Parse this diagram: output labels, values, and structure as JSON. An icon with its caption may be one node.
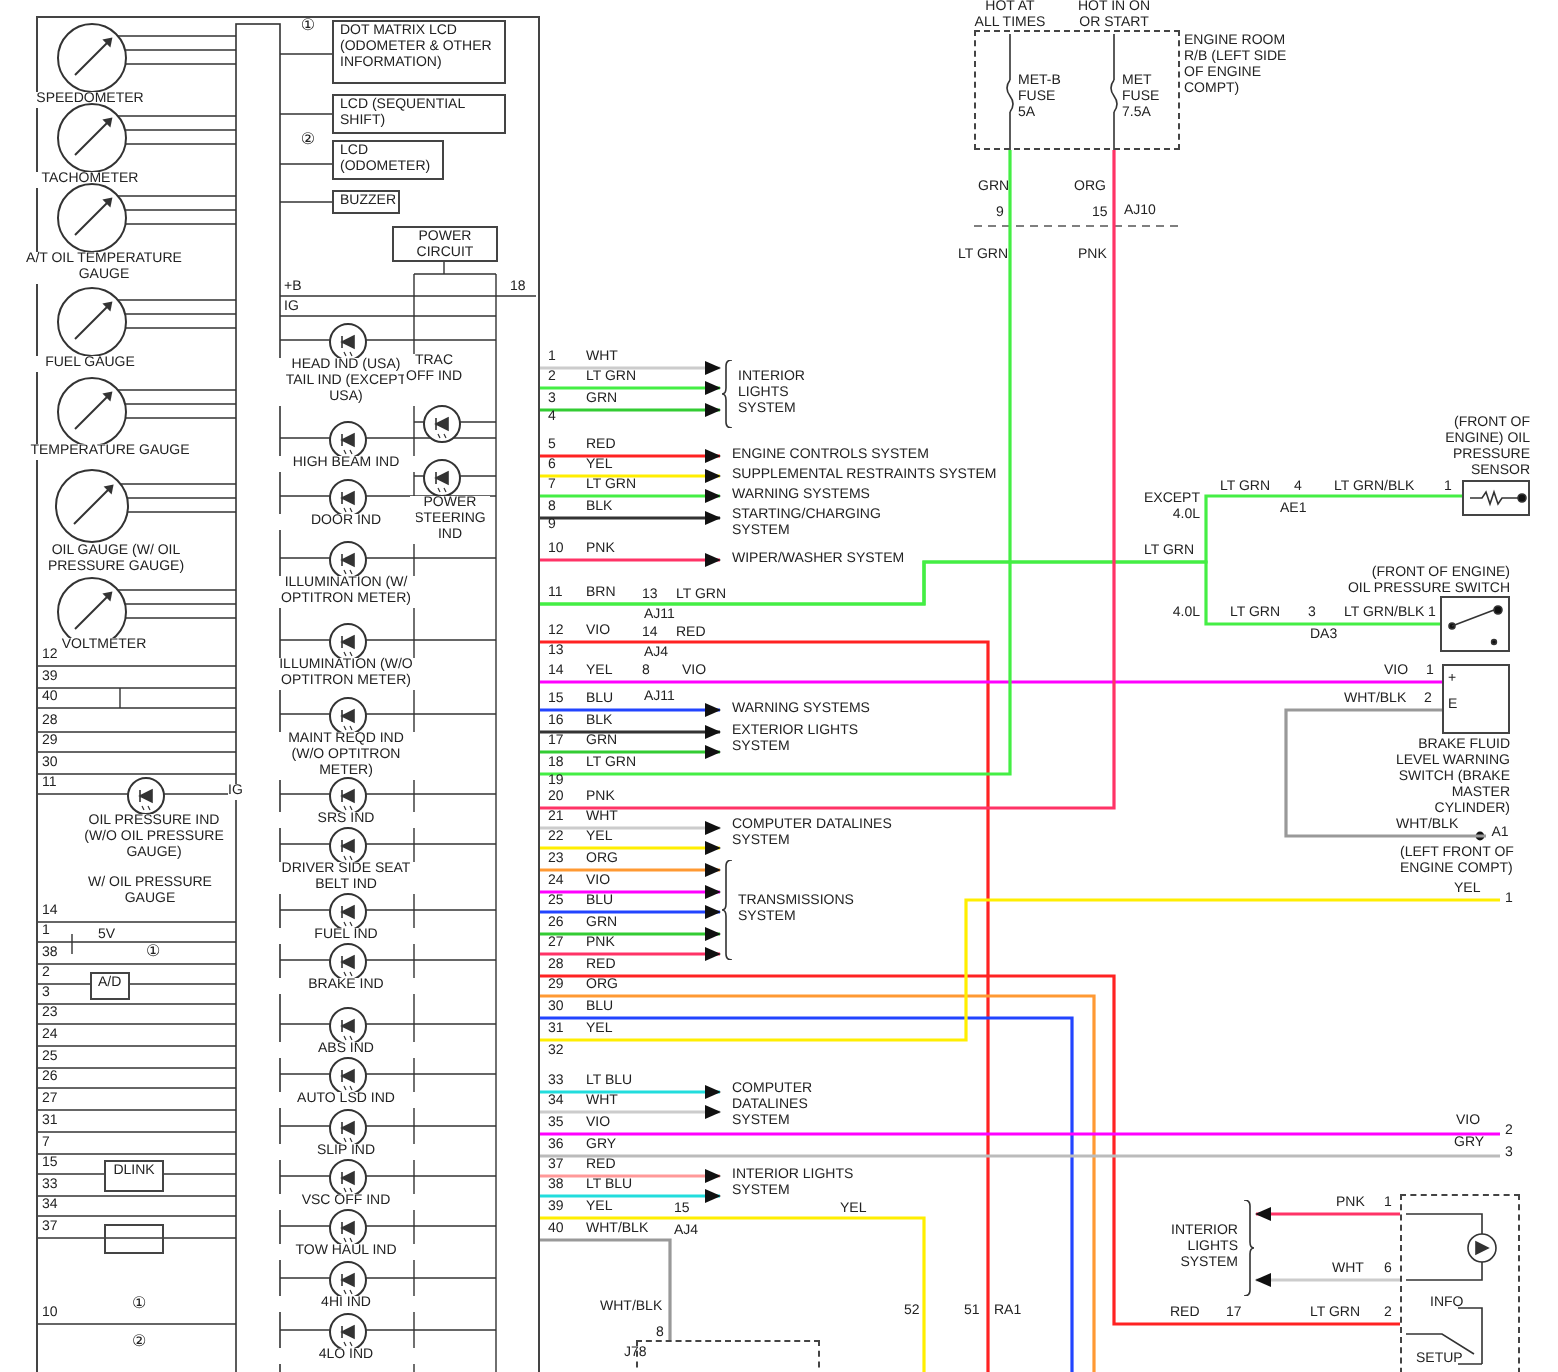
{
  "diagram": {
    "nodes": [
      {
        "text": [],
        "shape": "box"
      },
      {
        "text": [
          "SPEEDOMETER"
        ],
        "in": 0
      },
      {
        "text": [
          "TACHOMETER"
        ],
        "in": 0
      },
      {
        "text": [
          "A/T OIL TEMPERATURE GAUGE"
        ],
        "in": 0
      },
      {
        "text": [
          "FUEL GAUGE"
        ],
        "in": 0
      },
      {
        "text": [
          "TEMPERATURE GAUGE"
        ],
        "in": 0
      },
      {
        "text": [
          "OIL GAUGE (W/ OIL PRESSURE GAUGE)"
        ],
        "in": 0
      },
      {
        "text": [
          "VOLTMETER"
        ],
        "in": 0
      },
      {
        "text": [
          "DOT MATRIX LCD (ODOMETER & OTHER INFORMATION)"
        ],
        "in": 0,
        "beside": [
          "①"
        ]
      },
      {
        "text": [
          "LCD (SEQUENTIAL SHIFT)"
        ],
        "in": 0
      },
      {
        "text": [
          "LCD (ODOMETER)"
        ],
        "in": 0,
        "beside": [
          "②"
        ]
      },
      {
        "text": [
          "BUZZER"
        ],
        "in": 0
      },
      {
        "text": [
          "POWER CIRCUIT"
        ],
        "in": 0
      },
      {
        "text": [
          "HEAD IND (USA) TAIL IND (EXCEPT USA)"
        ],
        "in": 0
      },
      {
        "text": [
          "TRAC OFF IND"
        ],
        "in": 0
      },
      {
        "text": [
          "HIGH BEAM IND"
        ],
        "in": 0
      },
      {
        "text": [
          "POWER STEERING IND"
        ],
        "in": 0
      },
      {
        "text": [
          "DOOR IND"
        ],
        "in": 0
      },
      {
        "text": [
          "ILLUMINATION (W/ OPTITRON METER)"
        ],
        "in": 0
      },
      {
        "text": [
          "ILLUMINATION (W/O OPTITRON METER)"
        ],
        "in": 0
      },
      {
        "text": [
          "MAINT REQD IND (W/O OPTITRON METER)"
        ],
        "in": 0
      },
      {
        "text": [
          "SRS IND"
        ],
        "in": 0
      },
      {
        "text": [
          "DRIVER SIDE SEAT BELT IND"
        ],
        "in": 0
      },
      {
        "text": [
          "FUEL IND"
        ],
        "in": 0
      },
      {
        "text": [
          "BRAKE IND"
        ],
        "in": 0
      },
      {
        "text": [
          "ABS IND"
        ],
        "in": 0
      },
      {
        "text": [
          "AUTO LSD IND"
        ],
        "in": 0
      },
      {
        "text": [
          "SLIP IND"
        ],
        "in": 0
      },
      {
        "text": [
          "VSC OFF IND"
        ],
        "in": 0
      },
      {
        "text": [
          "TOW HAUL IND"
        ],
        "in": 0
      },
      {
        "text": [
          "4HI IND"
        ],
        "in": 0
      },
      {
        "text": [
          "4LO IND"
        ],
        "in": 0
      },
      {
        "text": [
          "OIL PRESSURE IND (W/O OIL PRESSURE GAUGE)"
        ],
        "in": 0
      },
      {
        "text": [
          "A/D"
        ],
        "in": 0
      },
      {
        "text": [
          "DLINK"
        ],
        "in": 0
      },
      {
        "text": [],
        "shape": "box",
        "in": 0
      },
      {
        "text": [],
        "shape": "box",
        "beside": [
          "HOT AT ALL TIMES",
          "HOT IN ON OR START",
          "ENGINE ROOM R/B (LEFT SIDE OF ENGINE COMPT)"
        ]
      },
      {
        "text": [
          "INTERIOR LIGHTS SYSTEM"
        ]
      },
      {
        "text": [
          "ENGINE CONTROLS SYSTEM"
        ]
      },
      {
        "text": [
          "SUPPLEMENTAL RESTRAINTS SYSTEM"
        ]
      },
      {
        "text": [
          "WARNING SYSTEMS"
        ]
      },
      {
        "text": [
          "STARTING/CHARGING SYSTEM"
        ]
      },
      {
        "text": [
          "WIPER/WASHER SYSTEM"
        ]
      },
      {
        "text": [
          "WARNING SYSTEMS"
        ]
      },
      {
        "text": [
          "EXTERIOR LIGHTS SYSTEM"
        ]
      },
      {
        "text": [
          "COMPUTER DATALINES SYSTEM"
        ]
      },
      {
        "text": [
          "TRANSMISSIONS SYSTEM"
        ]
      },
      {
        "text": [
          "COMPUTER DATALINES SYSTEM"
        ]
      },
      {
        "text": [
          "INTERIOR LIGHTS SYSTEM"
        ]
      },
      {
        "text": [],
        "shape": "box",
        "beside": [
          "(FRONT OF ENGINE) OIL PRESSURE SENSOR"
        ]
      },
      {
        "text": [],
        "shape": "box",
        "beside": [
          "(FRONT OF ENGINE) OIL PRESSURE SWITCH"
        ]
      },
      {
        "text": [],
        "shape": "box",
        "beside": [
          "BRAKE FLUID LEVEL WARNING SWITCH (BRAKE MASTER CYLINDER)"
        ]
      },
      {
        "text": [],
        "shape": "box"
      },
      {
        "text": [
          "INTERIOR LIGHTS SYSTEM"
        ]
      },
      {
        "text": [],
        "shape": "box"
      },
      {
        "text": [
          "1"
        ]
      },
      {
        "text": [
          "2"
        ]
      },
      {
        "text": [
          "3"
        ]
      },
      {
        "text": [
          "A1"
        ],
        "beside": [
          "(LEFT FRONT OF ENGINE COMPT)"
        ]
      }
    ],
    "edges": [
      {
        "from": 0,
        "to": 37,
        "arrow": "to",
        "color": "#cccccc"
      },
      {
        "from": 0,
        "to": 37,
        "arrow": "to",
        "color": "#44ee44"
      },
      {
        "from": 0,
        "to": 37,
        "arrow": "to",
        "color": "#33cc33"
      },
      {
        "from": 0,
        "to": 38,
        "arrow": "to",
        "color": "#ff2222"
      },
      {
        "from": 0,
        "to": 39,
        "arrow": "to",
        "color": "#ffee00"
      },
      {
        "from": 0,
        "to": 40,
        "arrow": "to",
        "color": "#44ee44"
      },
      {
        "from": 0,
        "to": 41,
        "arrow": "to",
        "color": "#333333"
      },
      {
        "from": 0,
        "to": 42,
        "arrow": "to",
        "color": "#ff3366"
      },
      {
        "from": 0,
        "to": 49,
        "arrow": "none",
        "color": "#44ee44"
      },
      {
        "from": 0,
        "to": 50,
        "arrow": "none",
        "color": "#44ee44"
      },
      {
        "from": 0,
        "to": null,
        "arrow": "none",
        "color": "#ff2222"
      },
      {
        "from": 0,
        "to": 51,
        "arrow": "none",
        "color": "#ff00ff"
      },
      {
        "from": 0,
        "to": 43,
        "arrow": "to",
        "color": "#2244ff"
      },
      {
        "from": 0,
        "to": 44,
        "arrow": "to",
        "color": "#333333"
      },
      {
        "from": 0,
        "to": 44,
        "arrow": "to",
        "color": "#33cc33"
      },
      {
        "from": 0,
        "to": 36,
        "arrow": "none",
        "color": "#44ee44"
      },
      {
        "from": 0,
        "to": 36,
        "arrow": "none",
        "color": "#ff3366"
      },
      {
        "from": 0,
        "to": 45,
        "arrow": "to",
        "color": "#cccccc"
      },
      {
        "from": 0,
        "to": 45,
        "arrow": "to",
        "color": "#ffee00"
      },
      {
        "from": 0,
        "to": 46,
        "arrow": "to",
        "color": "#ff9933"
      },
      {
        "from": 0,
        "to": 46,
        "arrow": "to",
        "color": "#ff00ff"
      },
      {
        "from": 0,
        "to": 46,
        "arrow": "to",
        "color": "#2244ff"
      },
      {
        "from": 0,
        "to": 46,
        "arrow": "to",
        "color": "#33cc33"
      },
      {
        "from": 0,
        "to": 46,
        "arrow": "to",
        "color": "#ff3366"
      },
      {
        "from": 0,
        "to": 52,
        "arrow": "none",
        "color": "#ff2222"
      },
      {
        "from": 0,
        "to": null,
        "arrow": "none",
        "color": "#ff9933"
      },
      {
        "from": 0,
        "to": null,
        "arrow": "none",
        "color": "#2244ff"
      },
      {
        "from": 0,
        "to": 55,
        "arrow": "none",
        "color": "#ffee00"
      },
      {
        "from": 0,
        "to": 47,
        "arrow": "to",
        "color": "#22dddd"
      },
      {
        "from": 0,
        "to": 47,
        "arrow": "to",
        "color": "#cccccc"
      },
      {
        "from": 0,
        "to": 56,
        "arrow": "none",
        "color": "#ff00ff"
      },
      {
        "from": 0,
        "to": 57,
        "arrow": "none",
        "color": "#bbbbbb"
      },
      {
        "from": 0,
        "to": 48,
        "arrow": "to",
        "color": "#ff9999"
      },
      {
        "from": 0,
        "to": 48,
        "arrow": "to",
        "color": "#22dddd"
      },
      {
        "from": 0,
        "to": null,
        "arrow": "none",
        "color": "#ffee00"
      },
      {
        "from": 0,
        "to": 54,
        "arrow": "none",
        "color": "#999999"
      },
      {
        "from": 51,
        "to": 58,
        "arrow": "none",
        "color": "#999999"
      },
      {
        "from": 52,
        "to": 53,
        "arrow": "to",
        "color": "#ff3366"
      },
      {
        "from": 52,
        "to": 53,
        "arrow": "to",
        "color": "#cccccc"
      }
    ],
    "labels": [
      "+B",
      "IG",
      "18",
      "12",
      "39",
      "40",
      "28",
      "29",
      "30",
      "11",
      "14",
      "1",
      "38",
      "2",
      "3",
      "23",
      "24",
      "25",
      "26",
      "27",
      "31",
      "7",
      "15",
      "33",
      "34",
      "37",
      "10",
      "IG",
      "W/ OIL PRESSURE GAUGE",
      "5V",
      "①",
      "①",
      "②",
      "MET-B FUSE 5A",
      "MET FUSE 7.5A",
      "GRN",
      "9",
      "LT GRN",
      "ORG",
      "15",
      "AJ10",
      "PNK",
      "1",
      "WHT",
      "2",
      "LT GRN",
      "3",
      "GRN",
      "4",
      "5",
      "RED",
      "6",
      "YEL",
      "7",
      "LT GRN",
      "8",
      "BLK",
      "9",
      "10",
      "PNK",
      "11",
      "BRN",
      "13",
      "LT GRN",
      "AJ11",
      "12",
      "VIO",
      "14",
      "RED",
      "13",
      "AJ4",
      "14",
      "YEL",
      "8",
      "VIO",
      "15",
      "BLU",
      "AJ11",
      "16",
      "BLK",
      "17",
      "GRN",
      "18",
      "LT GRN",
      "19",
      "20",
      "PNK",
      "21",
      "WHT",
      "22",
      "YEL",
      "23",
      "ORG",
      "24",
      "VIO",
      "25",
      "BLU",
      "26",
      "GRN",
      "27",
      "PNK",
      "28",
      "RED",
      "29",
      "ORG",
      "30",
      "BLU",
      "31",
      "YEL",
      "32",
      "33",
      "LT BLU",
      "34",
      "WHT",
      "35",
      "VIO",
      "36",
      "GRY",
      "37",
      "RED",
      "38",
      "LT BLU",
      "39",
      "YEL",
      "15",
      "YEL",
      "40",
      "WHT/BLK",
      "AJ4",
      "EXCEPT 4.0L",
      "LT GRN",
      "4",
      "AE1",
      "LT GRN/BLK",
      "1",
      "LT GRN",
      "4.0L",
      "LT GRN",
      "3",
      "DA3",
      "LT GRN/BLK",
      "1",
      "VIO",
      "1",
      "WHT/BLK",
      "2",
      "+",
      "E",
      "WHT/BLK",
      "YEL",
      "VIO",
      "GRY",
      "WHT/BLK",
      "52",
      "51",
      "RA1",
      "8",
      "J78",
      "PNK",
      "1",
      "WHT",
      "6",
      "RED",
      "17",
      "LT GRN",
      "2",
      "INFO",
      "SETUP"
    ]
  }
}
